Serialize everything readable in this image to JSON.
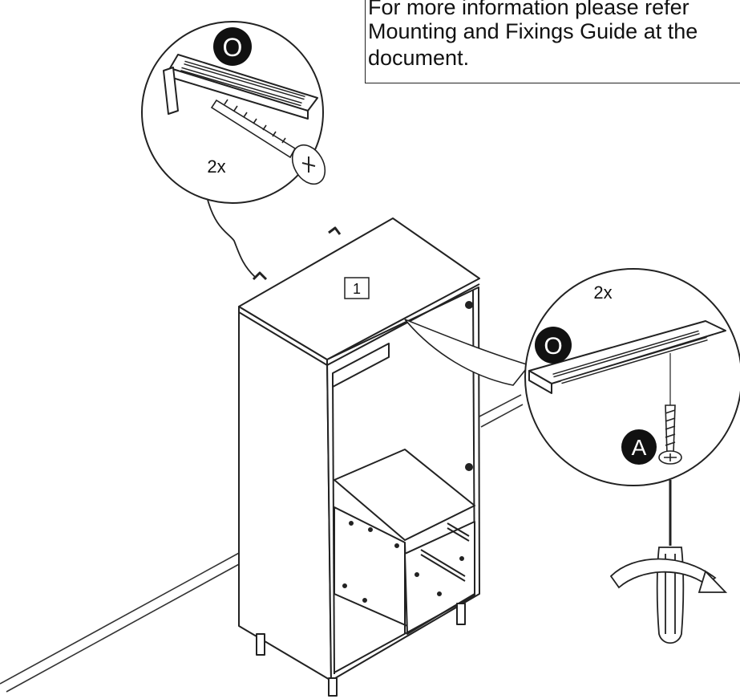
{
  "note": {
    "lines": [
      "For more information please refer",
      "Mounting and Fixings Guide at the",
      "document."
    ]
  },
  "callouts": {
    "top_bracket": {
      "part_letter": "O",
      "quantity": "2x"
    },
    "right_bracket": {
      "part_letter": "O",
      "quantity": "2x",
      "screw_letter": "A"
    }
  },
  "cabinet": {
    "panel_number": "1"
  },
  "colors": {
    "line": "#222222",
    "badge_fill": "#111111",
    "badge_text": "#ffffff",
    "background": "#ffffff"
  }
}
